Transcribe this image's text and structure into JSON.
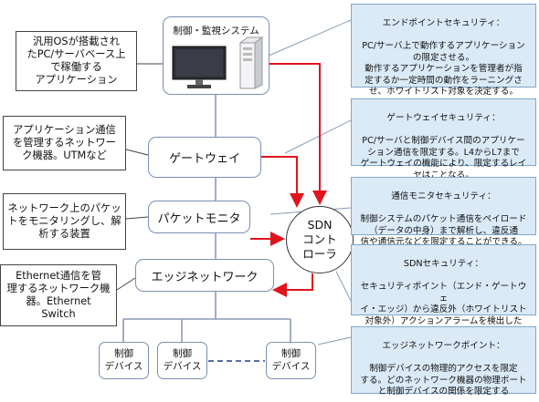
{
  "left_callouts": [
    {
      "text": "汎用OSが搭載され\nたPC/サーバベース上\nで稼働する\nアプリケーション"
    },
    {
      "text": "アプリケーション通信\nを管理するネットワー\nク機器。UTMなど"
    },
    {
      "text": "ネットワーク上のパケッ\nトをモニタリングし、解\n析する装置"
    },
    {
      "text": "Ethernet通信を管\n理するネットワーク機\n器。Ethernet\nSwitch"
    }
  ],
  "system": {
    "title": "制御・監視システム",
    "monitor_icon": "monitor-icon",
    "server_icon": "server-tower-icon"
  },
  "nodes": {
    "gateway": "ゲートウェイ",
    "packet_monitor": "パケットモニタ",
    "edge_network": "エッジネットワーク"
  },
  "sdn_controller": "SDN\nコント\nローラ",
  "devices": [
    {
      "label": "制御\nデバイス"
    },
    {
      "label": "制御\nデバイス"
    },
    {
      "label": "制御\nデバイス"
    }
  ],
  "notes": [
    {
      "title": "エンドポイントセキュリティ：",
      "body": "PC/サーバ上で動作するアプリケーション\nの限定させる。\n動作するアプリケーションを管理者が指\n定するか一定時間の動作をラーニングさ\nせ、ホワイトリスト対象を決定する。"
    },
    {
      "title": "ゲートウェイセキュリティ：",
      "body": "PC/サーバと制御デバイス間のアプリケー\nション通信を限定する。L4からL7まで\nゲートウェイの機能により、限定するレイ\nヤはことなる。"
    },
    {
      "title": "通信モニタセキュリティ：",
      "body": "制御システムのパケット通信をペイロード\n（データの中身）まで解析し、違反通\n信や通信元などを限定することができる。"
    },
    {
      "title": "SDNセキュリティ：",
      "body": "セキュリティポイント（エンド・ゲートウェ\nイ・エッジ）から違反外（ホワイトリスト\n対象外）アクションアラームを検出した\n場合、検疫隔離等を行う"
    },
    {
      "title": "エッジネットワークポイント：",
      "body": "制御デバイスの物理的アクセスを限定\nする。どのネットワーク機器の物理ポート\nと制御デバイスの関係を限定する"
    }
  ],
  "colors": {
    "arrow": "#e0141e",
    "line": "#8a9bb5",
    "note_fill": "#dbeaf7",
    "note_border": "#7fa7cc"
  }
}
